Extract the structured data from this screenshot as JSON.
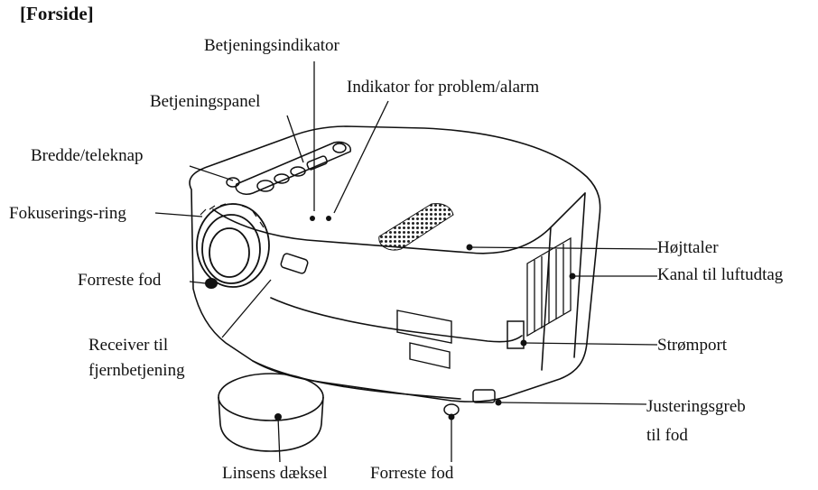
{
  "title": "[Forside]",
  "labels": {
    "operation_indicator": "Betjeningsindikator",
    "problem_alarm_indicator": "Indikator for problem/alarm",
    "control_panel": "Betjeningspanel",
    "wide_tele_button": "Bredde/teleknap",
    "focus_ring": "Fokuserings-ring",
    "front_foot_left": "Forreste fod",
    "remote_receiver_line1": "Receiver til",
    "remote_receiver_line2": "fjernbetjening",
    "speaker": "Højttaler",
    "air_intake_vent": "Kanal til luftudtag",
    "power_port": "Strømport",
    "foot_adjust_lever_line1": "Justeringsgreb",
    "foot_adjust_lever_line2": "til fod",
    "lens_cover": "Linsens dæksel",
    "front_foot_bottom": "Forreste fod"
  }
}
